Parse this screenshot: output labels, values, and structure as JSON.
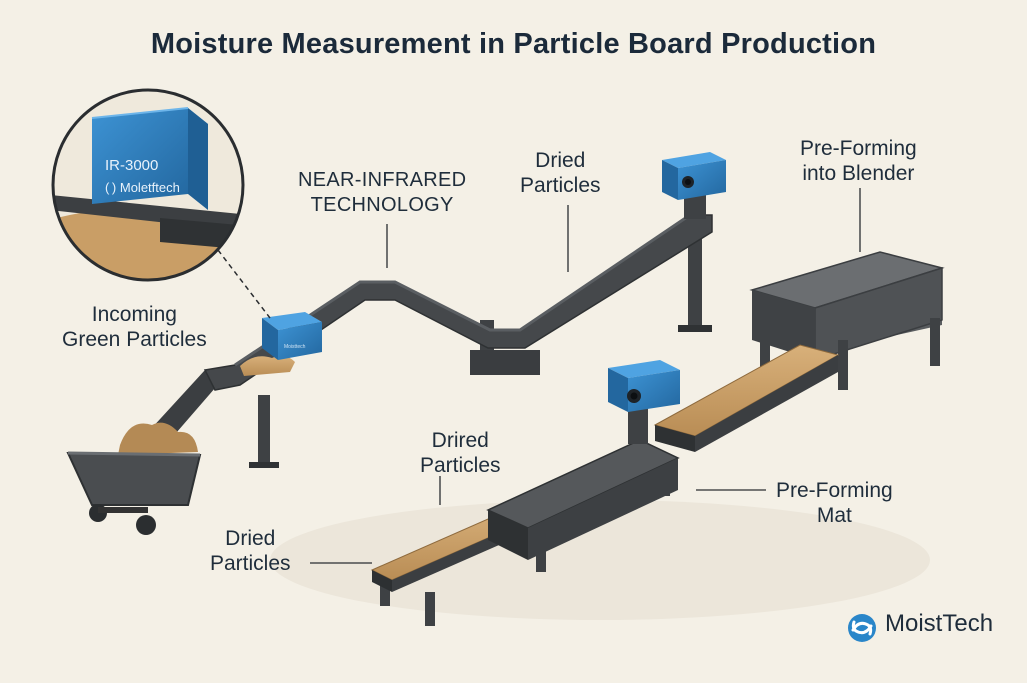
{
  "title": "Moisture Measurement in Particle Board Production",
  "labels": {
    "incoming": [
      "Incoming",
      "Green Particles"
    ],
    "nir": [
      "NEAR-INFRARED",
      "TECHNOLOGY"
    ],
    "dried_top": [
      "Dried",
      "Particles"
    ],
    "preforming_blender": [
      "Pre-Forming",
      "into Blender"
    ],
    "drired": [
      "Drired",
      "Particles"
    ],
    "dried_bottom": [
      "Dried",
      "Particles"
    ],
    "preforming_mat": [
      "Pre-Forming",
      "Mat"
    ]
  },
  "sensor": {
    "model": "IR-3000",
    "maker": "( ) Moletftech",
    "small_badge": "Moisttech"
  },
  "brand": {
    "name": "MoistTech"
  },
  "colors": {
    "background": "#f4f0e6",
    "sensor_blue": "#2f7fc1",
    "steel": "#4a4d50",
    "wood": "#c9a06a"
  },
  "icons": [
    "moisttech-logo-icon"
  ]
}
